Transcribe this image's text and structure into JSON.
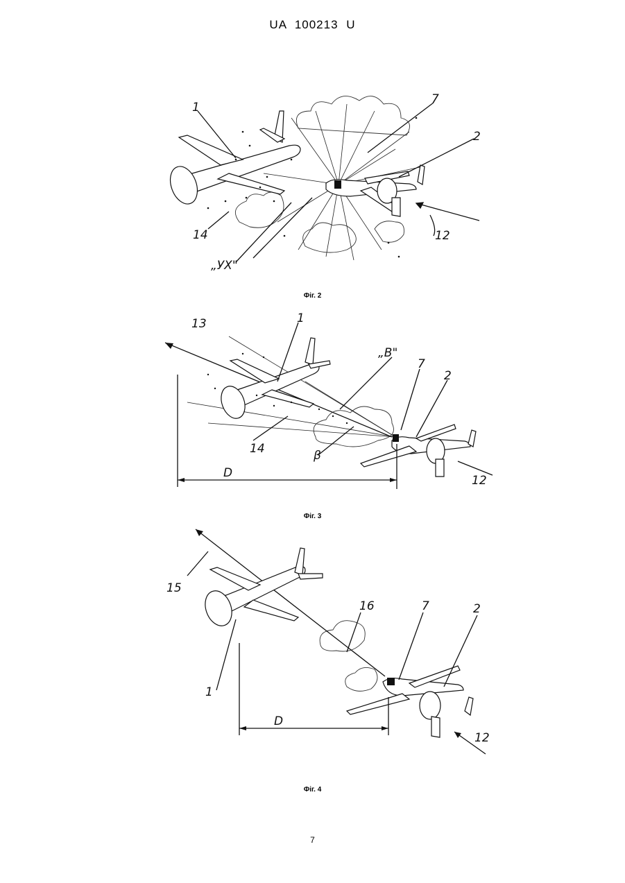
{
  "header": {
    "doc_number": "UA   100213   U"
  },
  "figures": [
    {
      "caption": "Фіг. 2",
      "labels": {
        "l1": "1",
        "l7": "7",
        "l2": "2",
        "l14": "14",
        "l12": "12",
        "lyx": "„УХ\""
      }
    },
    {
      "caption": "Фіг. 3",
      "labels": {
        "l13": "13",
        "l1": "1",
        "lb": "„B\"",
        "l7": "7",
        "l2": "2",
        "l14": "14",
        "lbeta": "β",
        "l12": "12",
        "lD": "D"
      }
    },
    {
      "caption": "Фіг. 4",
      "labels": {
        "l15": "15",
        "l16": "16",
        "l7": "7",
        "l2": "2",
        "l1": "1",
        "lD": "D",
        "l12": "12"
      }
    }
  ],
  "page_number": "7",
  "icons": [
    "aircraft-drawing",
    "interceptor-drawing",
    "explosion-burst",
    "smoke-cloud"
  ]
}
